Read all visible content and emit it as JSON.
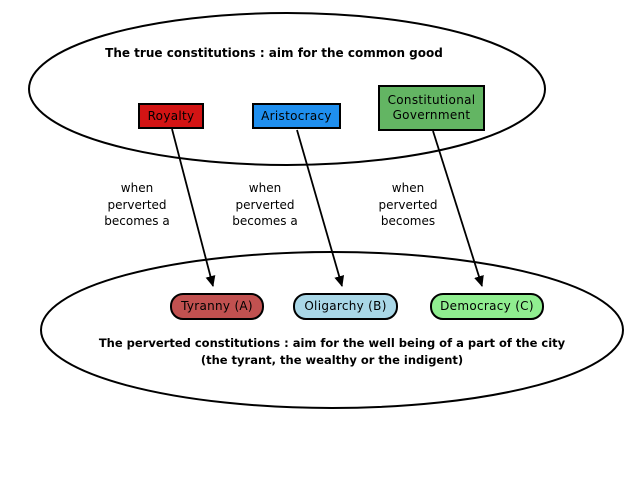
{
  "true_group": {
    "title": "The true constitutions : aim for the common good",
    "items": [
      {
        "label": "Royalty",
        "color": "#d31414"
      },
      {
        "label": "Aristocracy",
        "color": "#1f8fef"
      },
      {
        "label": "Constitutional Government",
        "color": "#63b563"
      }
    ]
  },
  "transitions": [
    {
      "label": "when\nperverted\nbecomes a"
    },
    {
      "label": "when\nperverted\nbecomes a"
    },
    {
      "label": "when\nperverted\nbecomes"
    }
  ],
  "perverted_group": {
    "title_line1": "The perverted constitutions : aim for the well being of a part of the city",
    "title_line2": "(the tyrant, the wealthy or the indigent)",
    "items": [
      {
        "label": "Tyranny (A)",
        "color": "#c15150"
      },
      {
        "label": "Oligarchy (B)",
        "color": "#a9d7e7"
      },
      {
        "label": "Democracy (C)",
        "color": "#90ee90"
      }
    ]
  },
  "colors": {
    "outline": "#000000",
    "background": "#ffffff",
    "text": "#000000"
  }
}
